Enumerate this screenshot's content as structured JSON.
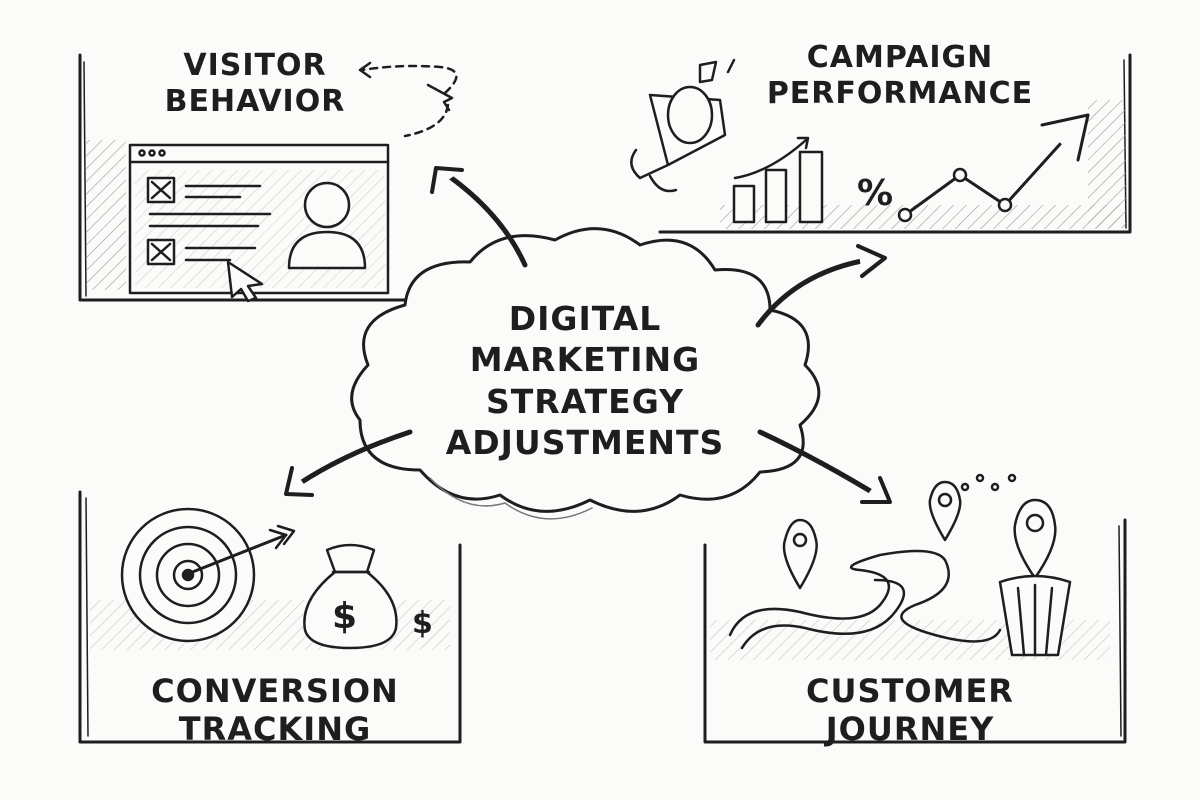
{
  "center": {
    "lines": [
      "DIGITAL",
      "MARKETING",
      "STRATEGY",
      "ADJUSTMENTS"
    ]
  },
  "nodes": {
    "visitor_behavior": {
      "lines": [
        "VISITOR",
        "BEHAVIOR"
      ]
    },
    "campaign_performance": {
      "lines": [
        "CAMPAIGN",
        "PERFORMANCE"
      ],
      "glyph": "%"
    },
    "conversion_tracking": {
      "lines": [
        "CONVERSION",
        "TRACKING"
      ],
      "glyph": "$"
    },
    "customer_journey": {
      "lines": [
        "CUSTOMER",
        "JOURNEY"
      ]
    }
  },
  "style": {
    "ink": "#1e1e1e",
    "paper": "#fbfbf9"
  }
}
